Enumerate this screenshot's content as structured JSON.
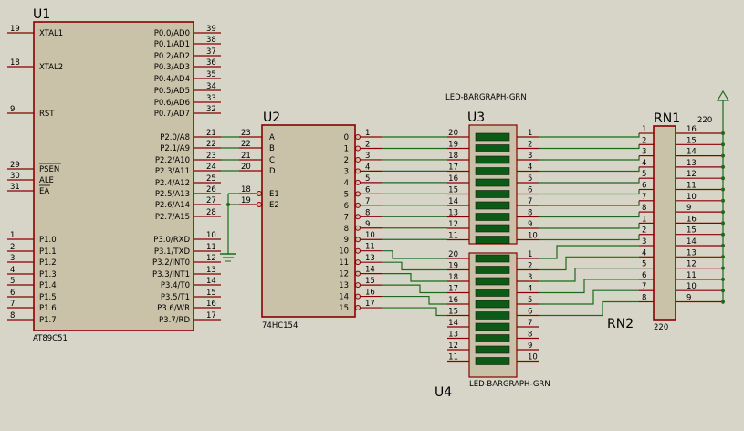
{
  "u1": {
    "ref": "U1",
    "part": "AT89C51",
    "left_pins": [
      {
        "num": "19",
        "name": "XTAL1"
      },
      {
        "num": "18",
        "name": "XTAL2"
      },
      {
        "num": "9",
        "name": "RST"
      },
      {
        "num": "29",
        "name": "PSEN"
      },
      {
        "num": "30",
        "name": "ALE"
      },
      {
        "num": "31",
        "name": "EA"
      },
      {
        "num": "1",
        "name": "P1.0"
      },
      {
        "num": "2",
        "name": "P1.1"
      },
      {
        "num": "3",
        "name": "P1.2"
      },
      {
        "num": "4",
        "name": "P1.3"
      },
      {
        "num": "5",
        "name": "P1.4"
      },
      {
        "num": "6",
        "name": "P1.5"
      },
      {
        "num": "7",
        "name": "P1.6"
      },
      {
        "num": "8",
        "name": "P1.7"
      }
    ],
    "right_pins": [
      {
        "num": "39",
        "name": "P0.0/AD0"
      },
      {
        "num": "38",
        "name": "P0.1/AD1"
      },
      {
        "num": "37",
        "name": "P0.2/AD2"
      },
      {
        "num": "36",
        "name": "P0.3/AD3"
      },
      {
        "num": "35",
        "name": "P0.4/AD4"
      },
      {
        "num": "34",
        "name": "P0.5/AD5"
      },
      {
        "num": "33",
        "name": "P0.6/AD6"
      },
      {
        "num": "32",
        "name": "P0.7/AD7"
      },
      {
        "num": "21",
        "name": "P2.0/A8"
      },
      {
        "num": "22",
        "name": "P2.1/A9"
      },
      {
        "num": "23",
        "name": "P2.2/A10"
      },
      {
        "num": "24",
        "name": "P2.3/A11"
      },
      {
        "num": "25",
        "name": "P2.4/A12"
      },
      {
        "num": "26",
        "name": "P2.5/A13"
      },
      {
        "num": "27",
        "name": "P2.6/A14"
      },
      {
        "num": "28",
        "name": "P2.7/A15"
      },
      {
        "num": "10",
        "name": "P3.0/RXD"
      },
      {
        "num": "11",
        "name": "P3.1/TXD"
      },
      {
        "num": "12",
        "name": "P3.2/INT0"
      },
      {
        "num": "13",
        "name": "P3.3/INT1"
      },
      {
        "num": "14",
        "name": "P3.4/T0"
      },
      {
        "num": "15",
        "name": "P3.5/T1"
      },
      {
        "num": "16",
        "name": "P3.6/WR"
      },
      {
        "num": "17",
        "name": "P3.7/RD"
      }
    ]
  },
  "u2": {
    "ref": "U2",
    "part": "74HC154",
    "inputs": [
      {
        "num": "23",
        "name": "A"
      },
      {
        "num": "22",
        "name": "B"
      },
      {
        "num": "21",
        "name": "C"
      },
      {
        "num": "20",
        "name": "D"
      },
      {
        "num": "18",
        "name": "E1"
      },
      {
        "num": "19",
        "name": "E2"
      }
    ],
    "outputs": [
      {
        "num": "1",
        "name": "0"
      },
      {
        "num": "2",
        "name": "1"
      },
      {
        "num": "3",
        "name": "2"
      },
      {
        "num": "4",
        "name": "3"
      },
      {
        "num": "5",
        "name": "4"
      },
      {
        "num": "6",
        "name": "5"
      },
      {
        "num": "7",
        "name": "6"
      },
      {
        "num": "8",
        "name": "7"
      },
      {
        "num": "9",
        "name": "8"
      },
      {
        "num": "10",
        "name": "9"
      },
      {
        "num": "11",
        "name": "10"
      },
      {
        "num": "13",
        "name": "11"
      },
      {
        "num": "14",
        "name": "12"
      },
      {
        "num": "15",
        "name": "13"
      },
      {
        "num": "16",
        "name": "14"
      },
      {
        "num": "17",
        "name": "15"
      }
    ]
  },
  "u3": {
    "ref": "U3",
    "part": "LED-BARGRAPH-GRN",
    "left_nums": [
      "20",
      "19",
      "18",
      "17",
      "16",
      "15",
      "14",
      "13",
      "12",
      "11"
    ],
    "right_nums": [
      "1",
      "2",
      "3",
      "4",
      "5",
      "6",
      "7",
      "8",
      "9",
      "10"
    ]
  },
  "u4": {
    "ref": "U4",
    "part": "LED-BARGRAPH-GRN",
    "left_nums": [
      "20",
      "19",
      "18",
      "17",
      "16",
      "15",
      "14",
      "13",
      "12",
      "11"
    ],
    "right_nums": [
      "1",
      "2",
      "3",
      "4",
      "5",
      "6",
      "7",
      "8",
      "9",
      "10"
    ]
  },
  "rn1": {
    "ref": "RN1",
    "value": "220",
    "left_nums": [
      "1",
      "2",
      "3",
      "4",
      "5",
      "6",
      "7",
      "8"
    ],
    "right_nums": [
      "16",
      "15",
      "14",
      "13",
      "12",
      "11",
      "10",
      "9"
    ]
  },
  "rn2": {
    "ref": "RN2",
    "value": "220",
    "left_nums": [
      "1",
      "2",
      "3",
      "4",
      "5",
      "6",
      "7",
      "8"
    ],
    "right_nums": [
      "16",
      "15",
      "14",
      "13",
      "12",
      "11",
      "10",
      "9"
    ]
  },
  "colors": {
    "background": "#d6d5c8",
    "chip_fill": "#c9c1a8",
    "chip_outline": "#8b0000",
    "wire": "#1c6b1c",
    "led_on": "#0b5a16"
  }
}
